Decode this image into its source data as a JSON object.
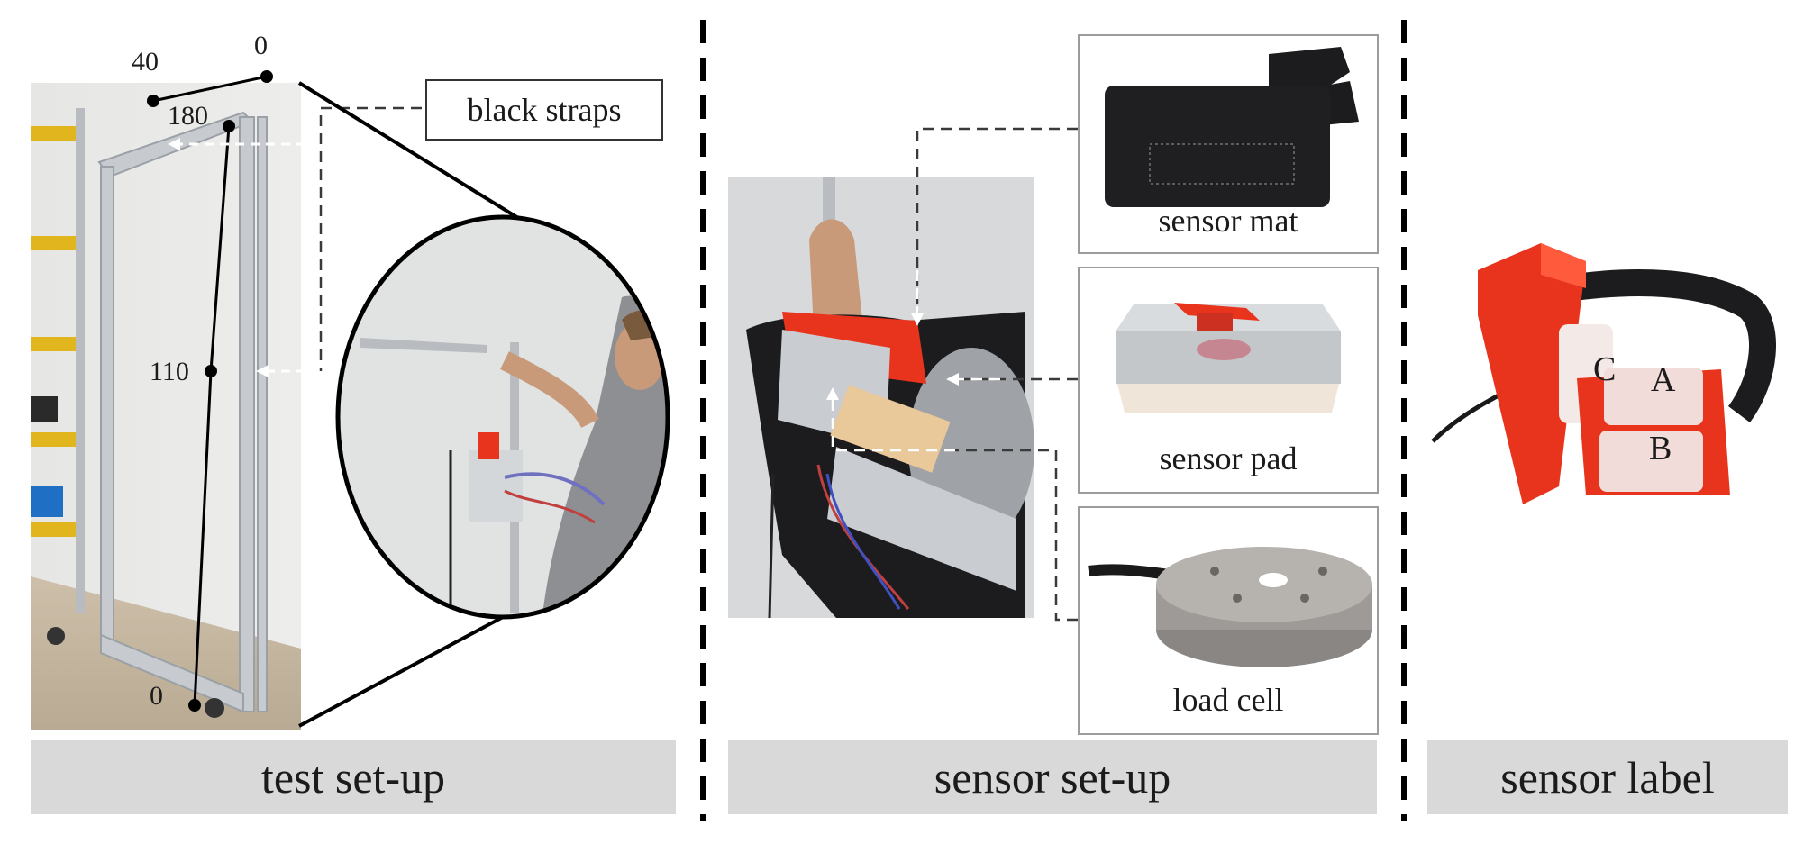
{
  "captions": {
    "test_setup": "test set-up",
    "sensor_setup": "sensor set-up",
    "sensor_label": "sensor label"
  },
  "test_setup": {
    "frame_labels": {
      "top_left": "40",
      "top_right": "0",
      "upper": "180",
      "middle": "110",
      "bottom": "0"
    },
    "straps_label": "black straps"
  },
  "sensor_setup": {
    "components": [
      "sensor mat",
      "sensor pad",
      "load cell"
    ]
  },
  "sensor_label": {
    "pads": [
      "A",
      "B",
      "C"
    ]
  },
  "colors": {
    "caption_bar": "#d9d9d9",
    "sensor_housing_orange": "#e8341c",
    "divider": "#000000",
    "box_border": "#9c9c9c"
  }
}
